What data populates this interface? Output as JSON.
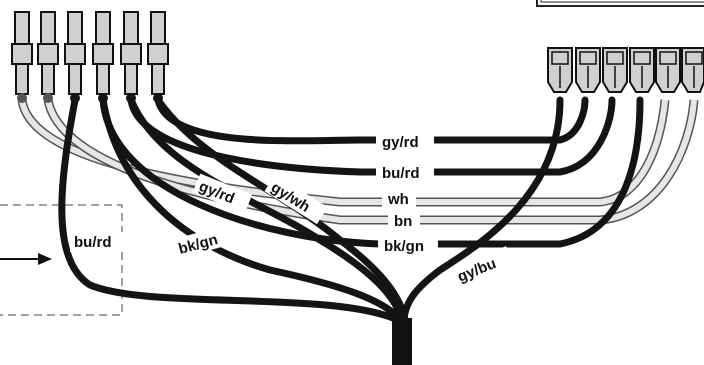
{
  "diagram": {
    "labels": {
      "gy_rd_top": "gy/rd",
      "bu_rd_right": "bu/rd",
      "wh": "wh",
      "bn": "bn",
      "bk_gn_right": "bk/gn",
      "gy_bu": "gy/bu",
      "gy_rd_diag": "gy/rd",
      "gy_wh": "gy/wh",
      "bk_gn_left": "bk/gn",
      "bu_rd_left": "bu/rd"
    },
    "colors": {
      "dark_wire": "#141414",
      "light_wire": "#e6e6e6",
      "light_wire_edge": "#555555",
      "terminal_fill": "#d0d0d0",
      "sheath": "#111111",
      "dashed_box": "#444444"
    }
  }
}
